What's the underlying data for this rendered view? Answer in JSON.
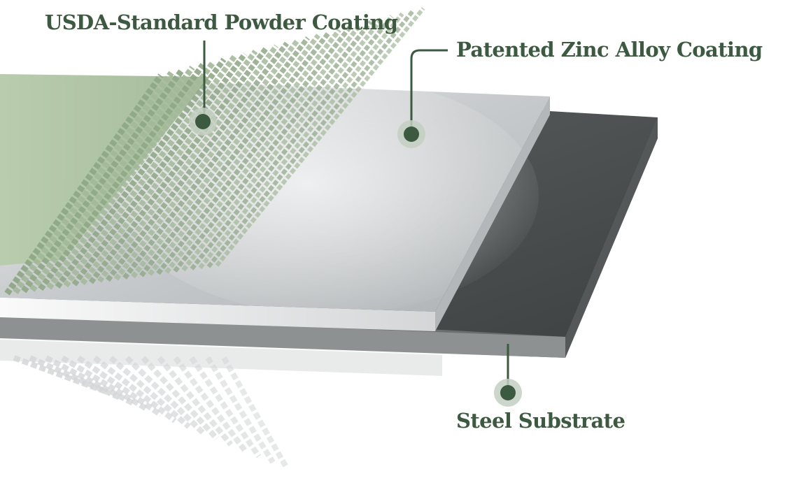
{
  "callouts": {
    "powder_coating": {
      "label": "USDA-Standard Powder Coating"
    },
    "zinc_coating": {
      "label": "Patented Zinc Alloy Coating"
    },
    "steel_substrate": {
      "label": "Steel Substrate"
    }
  },
  "colors": {
    "accent": "#3b5a3f",
    "marker_ring": "#c3cfc1",
    "powder_green": "#a9bf9f",
    "zinc_silver": "#c9ccce",
    "steel_dark": "#4c4f50"
  }
}
